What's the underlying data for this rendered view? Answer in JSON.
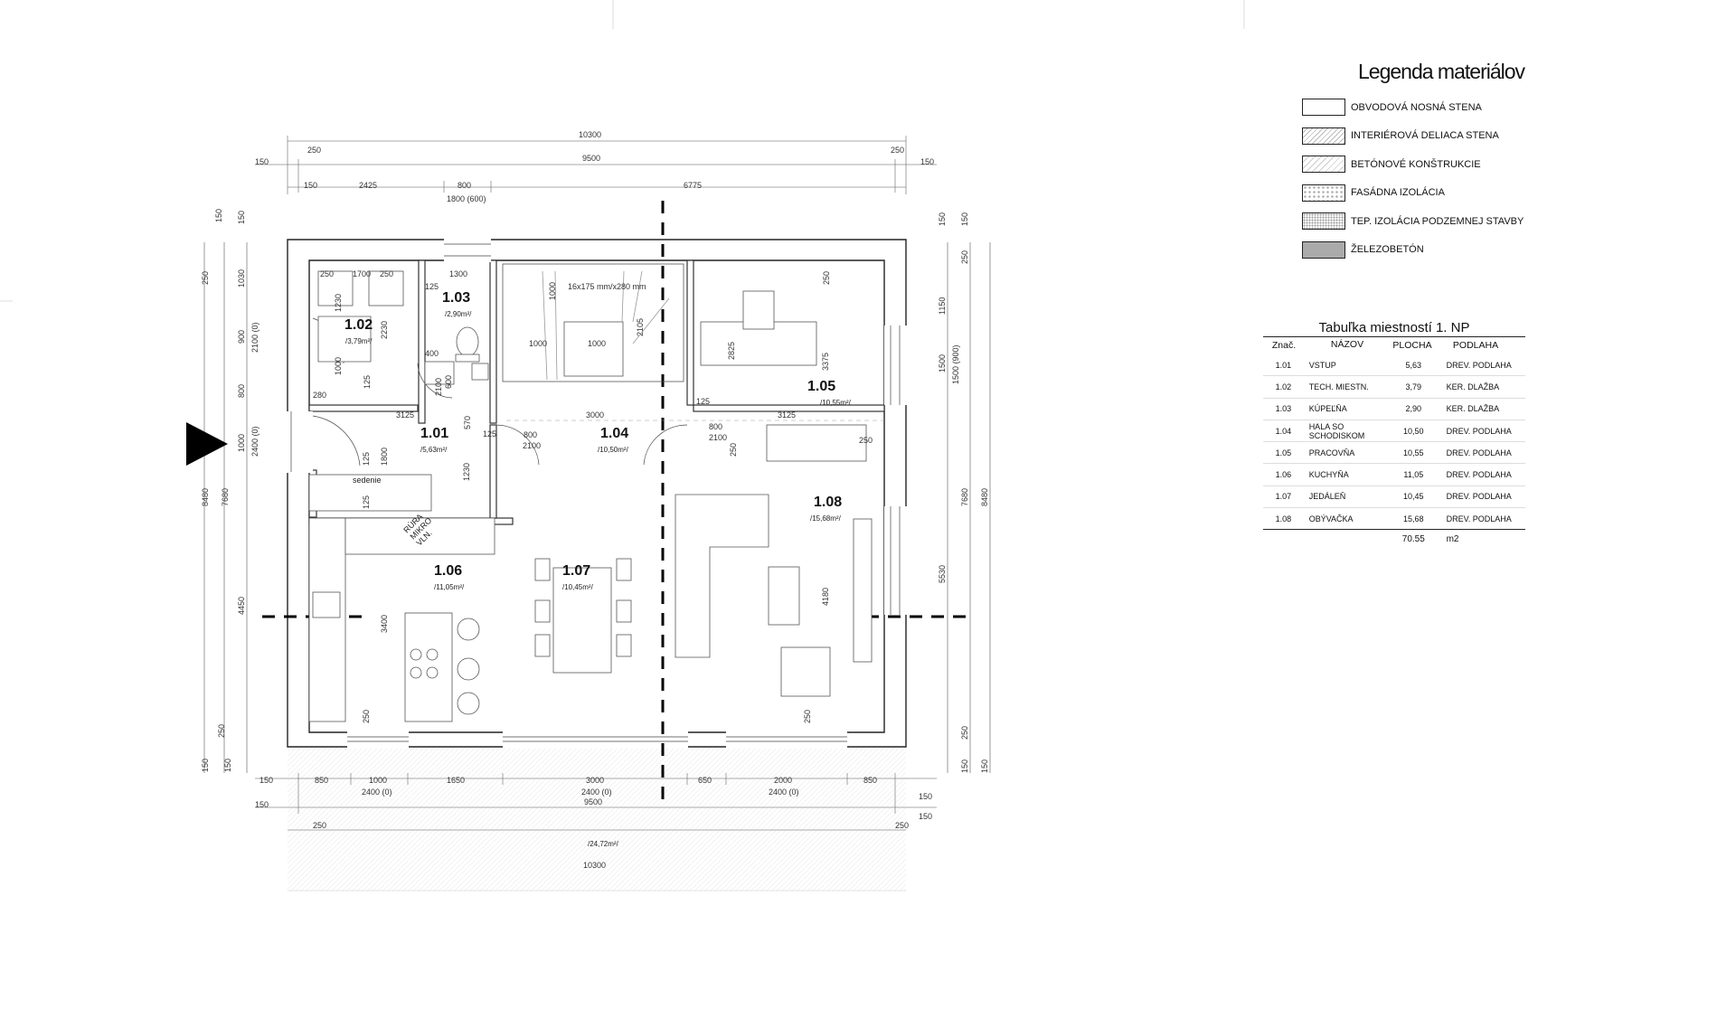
{
  "legend": {
    "title": "Legenda materiálov",
    "items": [
      {
        "label": "OBVODOVÁ NOSNÁ STENA"
      },
      {
        "label": "INTERIÉROVÁ DELIACA STENA"
      },
      {
        "label": "BETÓNOVÉ KONŠTRUKCIE"
      },
      {
        "label": "FASÁDNA IZOLÁCIA"
      },
      {
        "label": "TEP. IZOLÁCIA PODZEMNEJ STAVBY"
      },
      {
        "label": "ŽELEZOBETÓN"
      }
    ]
  },
  "room_table": {
    "title": "Tabuľka miestností 1. NP",
    "headers": [
      "Znač.",
      "NÁZOV",
      "PLOCHA",
      "PODLAHA"
    ],
    "rows": [
      {
        "id": "1.01",
        "name": "VSTUP",
        "area": "5,63",
        "floor": "DREV. PODLAHA"
      },
      {
        "id": "1.02",
        "name": "TECH. MIESTN.",
        "area": "3,79",
        "floor": "KER. DLAŽBA"
      },
      {
        "id": "1.03",
        "name": "KÚPEĽŇA",
        "area": "2,90",
        "floor": "KER. DLAŽBA"
      },
      {
        "id": "1.04",
        "name": "HALA SO SCHODISKOM",
        "area": "10,50",
        "floor": "DREV. PODLAHA"
      },
      {
        "id": "1.05",
        "name": "PRACOVŇA",
        "area": "10,55",
        "floor": "DREV. PODLAHA"
      },
      {
        "id": "1.06",
        "name": "KUCHYŇA",
        "area": "11,05",
        "floor": "DREV. PODLAHA"
      },
      {
        "id": "1.07",
        "name": "JEDÁLEŇ",
        "area": "10,45",
        "floor": "DREV. PODLAHA"
      },
      {
        "id": "1.08",
        "name": "OBÝVAČKA",
        "area": "15,68",
        "floor": "DREV. PODLAHA"
      }
    ],
    "total": "70.55",
    "unit": "m2"
  },
  "plan": {
    "rooms": [
      {
        "id": "1.01",
        "area": "/5,63m²/"
      },
      {
        "id": "1.02",
        "area": "/3,79m²/"
      },
      {
        "id": "1.03",
        "area": "/2,90m²/"
      },
      {
        "id": "1.04",
        "area": "/10,50m²/"
      },
      {
        "id": "1.05",
        "area": "/10,55m²/"
      },
      {
        "id": "1.06",
        "area": "/11,05m²/"
      },
      {
        "id": "1.07",
        "area": "/10,45m²/"
      },
      {
        "id": "1.08",
        "area": "/15,68m²/"
      }
    ],
    "terrace_area": "/24,72m²/",
    "labels": {
      "sedenie": "sedenie",
      "oven1": "RÚRA",
      "oven2": "MIKRO",
      "oven3": "VLN.",
      "stairs": "16x175 mm/x280 mm"
    },
    "dims_top": {
      "total": "10300",
      "inner": "9500",
      "e250l": "250",
      "e250r": "250",
      "e150l": "150",
      "e150r": "150",
      "s150": "150",
      "s2425": "2425",
      "s800": "800",
      "s6775": "6775",
      "door": "1800 (600)"
    },
    "dims_bottom": {
      "b150": "150",
      "b850a": "850",
      "b1000": "1000",
      "b1650": "1650",
      "b3000": "3000",
      "b650": "650",
      "b2000": "2000",
      "b850b": "850",
      "w1": "2400 (0)",
      "w2": "2400 (0)",
      "w3": "2400 (0)",
      "inner": "9500",
      "total": "10300",
      "e150l": "150",
      "e150r": "150",
      "e250l": "250",
      "e250r": "250",
      "e150r2": "150"
    },
    "dims_left": {
      "l150a": "150",
      "l250": "250",
      "l1030": "1030",
      "l900": "900",
      "l2100": "2100 (0)",
      "l800": "800",
      "l1000": "1000",
      "l2400": "2400 (0)",
      "l4450": "4450",
      "l250b": "250",
      "l150b": "150",
      "l7680": "7680",
      "l8480": "8480",
      "l150c": "150",
      "l150d": "150"
    },
    "dims_right": {
      "r150a": "150",
      "r250": "250",
      "r1150": "1150",
      "r1500": "1500",
      "r1500b": "1500 (900)",
      "r5530": "5530",
      "r7680": "7680",
      "r8480": "8480",
      "r250b": "250",
      "r150b": "150",
      "r150c": "150",
      "r150d": "150"
    },
    "dims_inner": {
      "d250a": "250",
      "d1700": "1700",
      "d250b": "250",
      "d1300": "1300",
      "d1230": "1230",
      "d2230": "2230",
      "d1000a": "1000",
      "d125a": "125",
      "d280": "280",
      "d400": "400",
      "d600": "600",
      "d2100a": "2100",
      "d125b": "125",
      "d3125a": "3125",
      "d1800": "1800",
      "d570": "570",
      "d125c": "125",
      "d800a": "800",
      "d2100b": "2100",
      "d3000": "3000",
      "d1230b": "1230",
      "d800b": "800",
      "d2100c": "2100",
      "d3125b": "3125",
      "d250c": "250",
      "d125d": "125",
      "d250d": "250",
      "d2825": "2825",
      "d3375": "3375",
      "d1000b": "1000",
      "d1000c": "1000",
      "d2105": "2105",
      "d1000d": "1000",
      "d125e": "125",
      "d3400": "3400",
      "d4180": "4180",
      "d250e": "250",
      "d250f": "250",
      "d125f": "125",
      "d250g": "250"
    }
  }
}
